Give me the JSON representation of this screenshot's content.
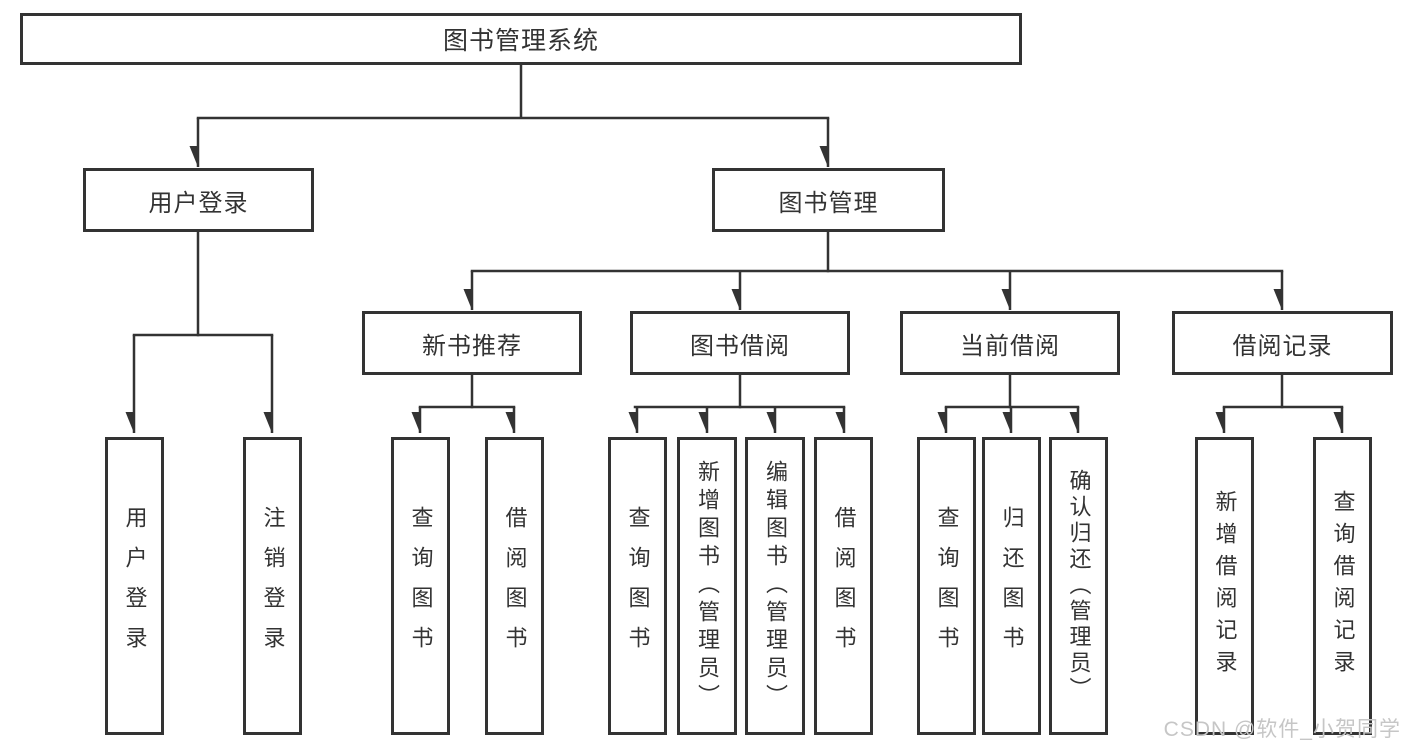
{
  "diagram": {
    "root": {
      "label": "图书管理系统"
    },
    "level1": [
      {
        "label": "用户登录",
        "children": [
          {
            "label": "用户登录"
          },
          {
            "label": "注销登录"
          }
        ]
      },
      {
        "label": "图书管理",
        "children": [
          {
            "label": "新书推荐",
            "children": [
              {
                "label": "查询图书"
              },
              {
                "label": "借阅图书"
              }
            ]
          },
          {
            "label": "图书借阅",
            "children": [
              {
                "label": "查询图书"
              },
              {
                "label": "新增图书（管理员）"
              },
              {
                "label": "编辑图书（管理员）"
              },
              {
                "label": "借阅图书"
              }
            ]
          },
          {
            "label": "当前借阅",
            "children": [
              {
                "label": "查询图书"
              },
              {
                "label": "归还图书"
              },
              {
                "label": "确认归还（管理员）"
              }
            ]
          },
          {
            "label": "借阅记录",
            "children": [
              {
                "label": "新增借阅记录"
              },
              {
                "label": "查询借阅记录"
              }
            ]
          }
        ]
      }
    ]
  },
  "watermark": {
    "text": "CSDN @软件_小贺同学"
  },
  "colors": {
    "line": "#333333",
    "border": "#333333",
    "text": "#333333",
    "background": "#ffffff",
    "watermark": "#c6c6c6"
  }
}
